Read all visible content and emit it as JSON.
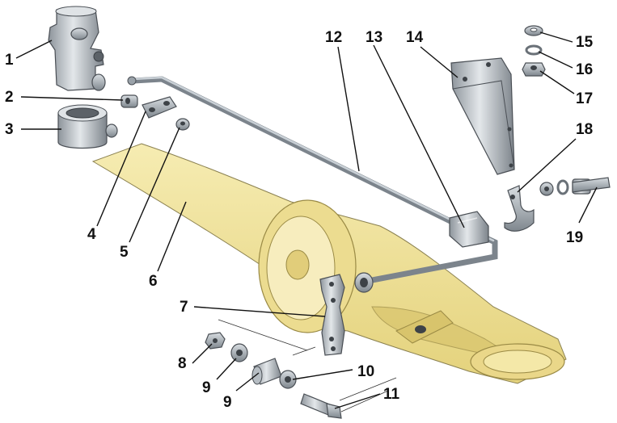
{
  "diagram": {
    "callouts": [
      {
        "id": "c1",
        "text": "1"
      },
      {
        "id": "c2",
        "text": "2"
      },
      {
        "id": "c3",
        "text": "3"
      },
      {
        "id": "c4",
        "text": "4"
      },
      {
        "id": "c5",
        "text": "5"
      },
      {
        "id": "c6",
        "text": "6"
      },
      {
        "id": "c7",
        "text": "7"
      },
      {
        "id": "c8",
        "text": "8"
      },
      {
        "id": "c9a",
        "text": "9"
      },
      {
        "id": "c9b",
        "text": "9"
      },
      {
        "id": "c10",
        "text": "10"
      },
      {
        "id": "c11",
        "text": "11"
      },
      {
        "id": "c12",
        "text": "12"
      },
      {
        "id": "c13",
        "text": "13"
      },
      {
        "id": "c14",
        "text": "14"
      },
      {
        "id": "c15",
        "text": "15"
      },
      {
        "id": "c16",
        "text": "16"
      },
      {
        "id": "c17",
        "text": "17"
      },
      {
        "id": "c18",
        "text": "18"
      },
      {
        "id": "c19",
        "text": "19"
      }
    ]
  }
}
